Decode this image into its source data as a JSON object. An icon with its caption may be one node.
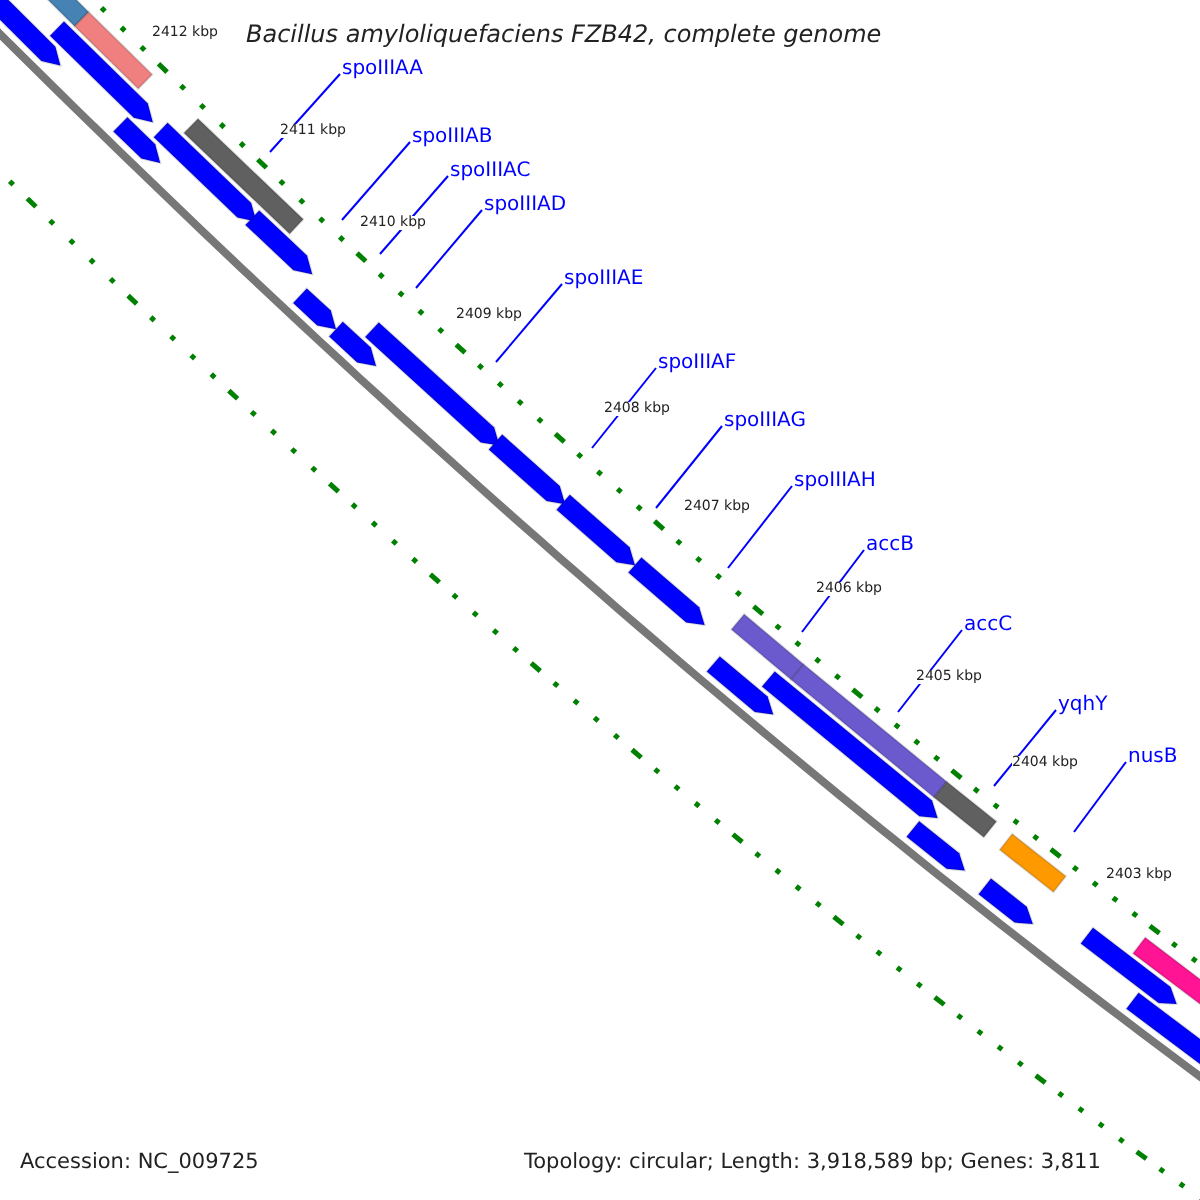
{
  "diagram": {
    "title": "Bacillus amyloliquefaciens FZB42, complete genome",
    "nodes": [
      {
        "text": [
          "spoIIIAA"
        ]
      },
      {
        "text": [
          "spoIIIAB"
        ]
      },
      {
        "text": [
          "spoIIIAC"
        ]
      },
      {
        "text": [
          "spoIIIAD"
        ]
      },
      {
        "text": [
          "spoIIIAE"
        ]
      },
      {
        "text": [
          "spoIIIAF"
        ]
      },
      {
        "text": [
          "spoIIIAG"
        ]
      },
      {
        "text": [
          "spoIIIAH"
        ]
      },
      {
        "text": [
          "accB"
        ]
      },
      {
        "text": [
          "accC"
        ]
      },
      {
        "text": [
          "yqhY"
        ]
      },
      {
        "text": [
          "nusB"
        ]
      }
    ],
    "edges": [
      {
        "from": 0,
        "to": null,
        "arrow": "none"
      },
      {
        "from": 1,
        "to": null,
        "arrow": "none"
      },
      {
        "from": 2,
        "to": null,
        "arrow": "none"
      },
      {
        "from": 3,
        "to": null,
        "arrow": "none"
      },
      {
        "from": 4,
        "to": null,
        "arrow": "none"
      },
      {
        "from": 5,
        "to": null,
        "arrow": "none"
      },
      {
        "from": 6,
        "to": null,
        "arrow": "none"
      },
      {
        "from": 7,
        "to": null,
        "arrow": "none"
      },
      {
        "from": 8,
        "to": null,
        "arrow": "none"
      },
      {
        "from": 9,
        "to": null,
        "arrow": "none"
      },
      {
        "from": 10,
        "to": null,
        "arrow": "none"
      },
      {
        "from": 11,
        "to": null,
        "arrow": "none"
      }
    ],
    "labels": [
      "2412 kbp",
      "2411 kbp",
      "2410 kbp",
      "2409 kbp",
      "2408 kbp",
      "2407 kbp",
      "2406 kbp",
      "2405 kbp",
      "2404 kbp",
      "2403 kbp",
      "Accession: NC_009725",
      "Topology: circular; Length: 3,918,589 bp; Genes: 3,811"
    ]
  }
}
